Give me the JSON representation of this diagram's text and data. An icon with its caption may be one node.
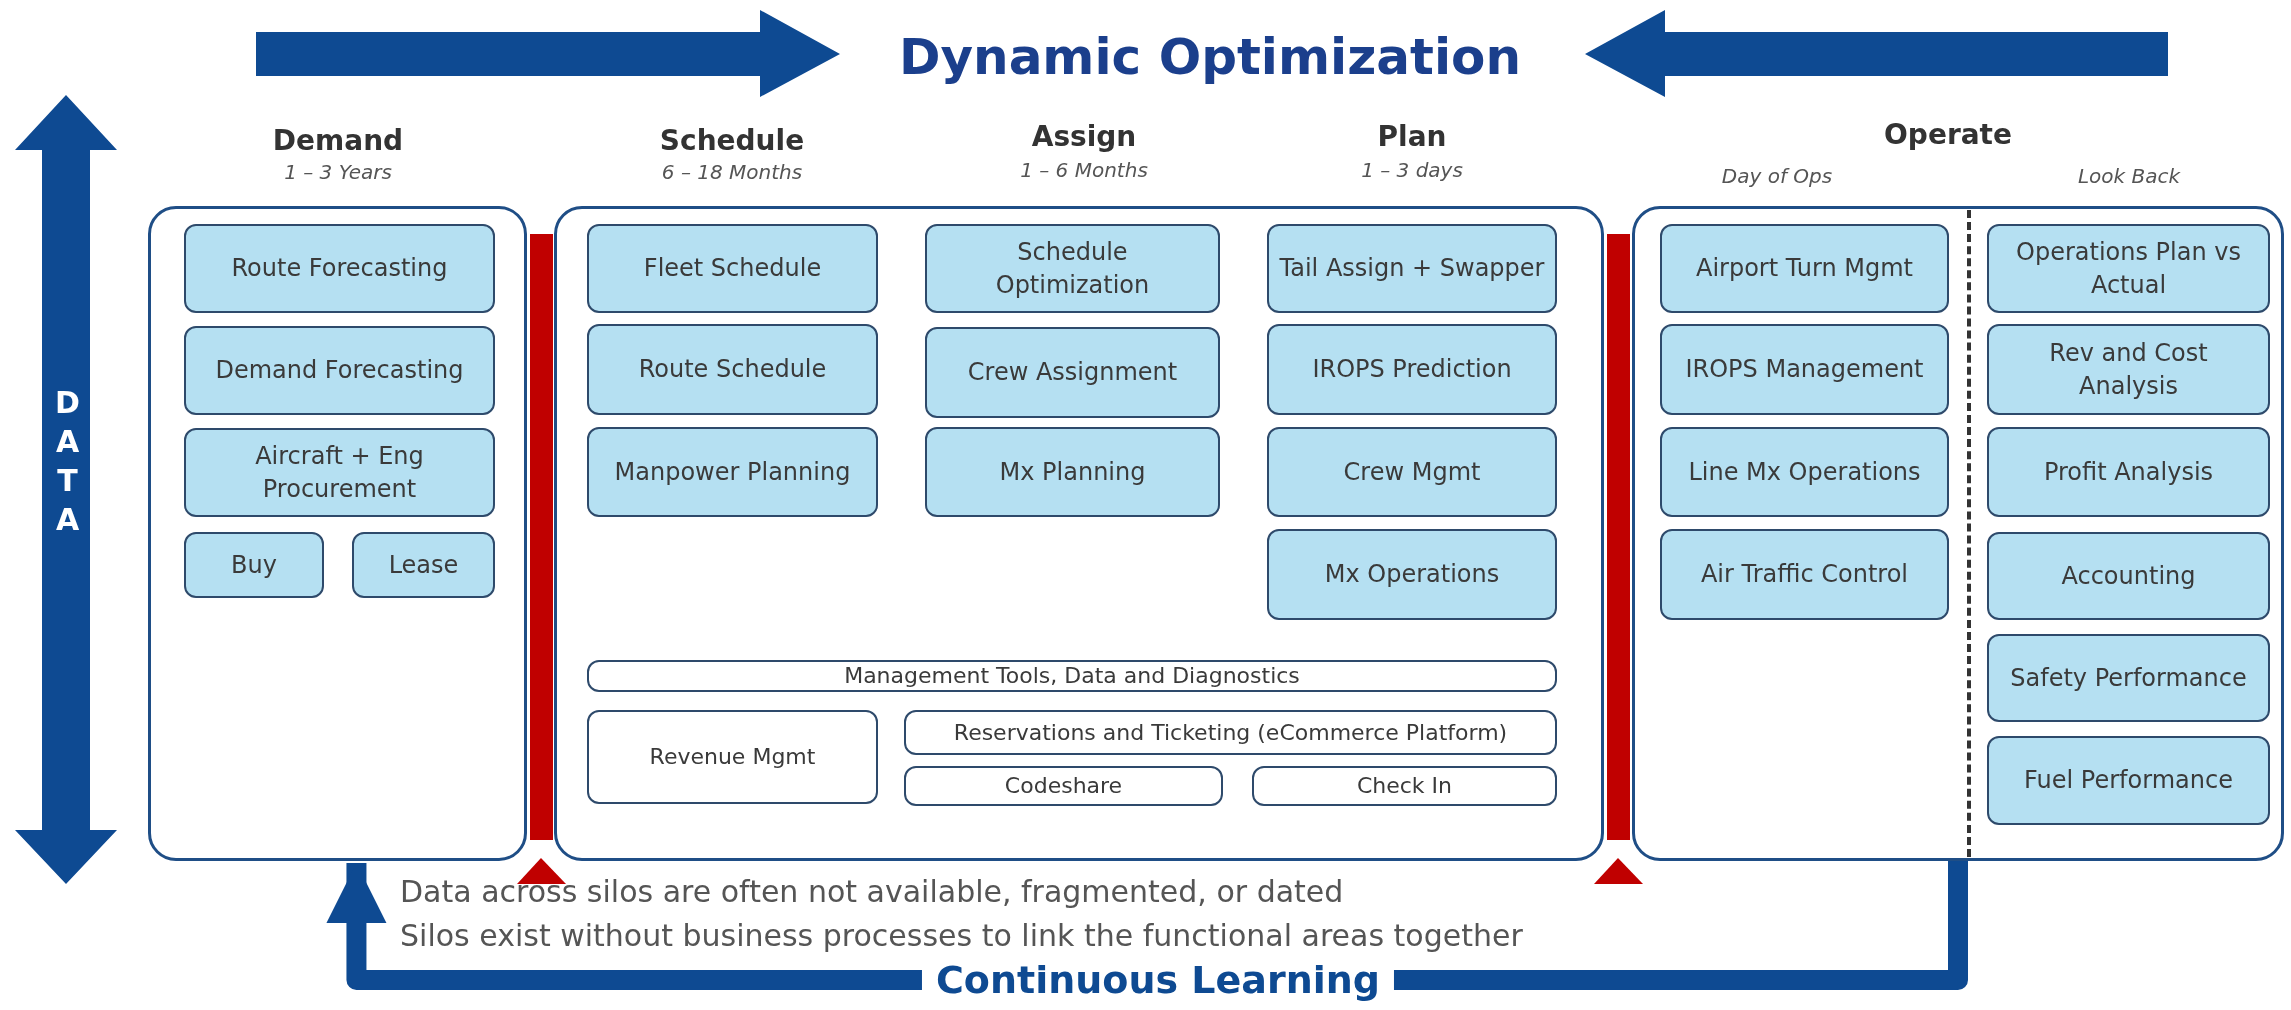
{
  "diagram": {
    "nodes": [
      {
        "text": [
          "Demand",
          "1 – 3 Years"
        ]
      },
      {
        "text": [
          "Route Forecasting"
        ],
        "in": 0
      },
      {
        "text": [
          "Demand Forecasting"
        ],
        "in": 0
      },
      {
        "text": [
          "Aircraft + Eng Procurement"
        ],
        "in": 0
      },
      {
        "text": [
          "Buy"
        ],
        "in": 0
      },
      {
        "text": [
          "Lease"
        ],
        "in": 0
      },
      {
        "text": [
          "Schedule",
          "6 – 18 Months",
          "Assign",
          "1 – 6 Months",
          "Plan",
          "1 – 3 days"
        ]
      },
      {
        "text": [
          "Fleet Schedule"
        ],
        "in": 6
      },
      {
        "text": [
          "Schedule Optimization"
        ],
        "in": 6
      },
      {
        "text": [
          "Tail Assign + Swapper"
        ],
        "in": 6
      },
      {
        "text": [
          "Route Schedule"
        ],
        "in": 6
      },
      {
        "text": [
          "Crew Assignment"
        ],
        "in": 6
      },
      {
        "text": [
          "IROPS Prediction"
        ],
        "in": 6
      },
      {
        "text": [
          "Manpower Planning"
        ],
        "in": 6
      },
      {
        "text": [
          "Mx Planning"
        ],
        "in": 6
      },
      {
        "text": [
          "Crew Mgmt"
        ],
        "in": 6
      },
      {
        "text": [
          "Mx Operations"
        ],
        "in": 6
      },
      {
        "text": [
          "Management Tools, Data and Diagnostics"
        ],
        "in": 6
      },
      {
        "text": [
          "Revenue Mgmt"
        ],
        "in": 6
      },
      {
        "text": [
          "Reservations and Ticketing (eCommerce Platform)"
        ],
        "in": 6
      },
      {
        "text": [
          "Codeshare"
        ],
        "in": 6
      },
      {
        "text": [
          "Check In"
        ],
        "in": 6
      },
      {
        "text": [
          "Operate",
          "Day of Ops",
          "Look Back"
        ]
      },
      {
        "text": [
          "Airport Turn Mgmt"
        ],
        "in": 22
      },
      {
        "text": [
          "Operations Plan vs Actual"
        ],
        "in": 22
      },
      {
        "text": [
          "IROPS Management"
        ],
        "in": 22
      },
      {
        "text": [
          "Rev and Cost Analysis"
        ],
        "in": 22
      },
      {
        "text": [
          "Line Mx Operations"
        ],
        "in": 22
      },
      {
        "text": [
          "Profit Analysis"
        ],
        "in": 22
      },
      {
        "text": [
          "Air Traffic Control"
        ],
        "in": 22
      },
      {
        "text": [
          "Accounting"
        ],
        "in": 22
      },
      {
        "text": [
          "Safety Performance"
        ],
        "in": 22
      },
      {
        "text": [
          "Fuel Performance"
        ],
        "in": 22
      }
    ],
    "edges": [
      {
        "from": 22,
        "to": 0,
        "arrow": "to",
        "label": "Continuous Learning"
      }
    ],
    "labels": [
      "Dynamic Optimization",
      "DATA",
      "Data across silos are often not available, fragmented, or dated",
      "Silos exist without business processes to link the functional areas together"
    ]
  }
}
